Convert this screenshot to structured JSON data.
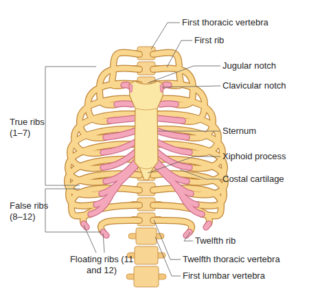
{
  "diagram": {
    "labels": [
      "First thoracic vertebra",
      "First rib",
      "Jugular notch",
      "Clavicular notch",
      "True ribs (1–7)",
      "Sternum",
      "Xiphoid process",
      "Costal cartilage",
      "False ribs (8–12)",
      "Twelfth rib",
      "Floating ribs (11 and 12)",
      "Twelfth thoracic vertebra",
      "First lumbar vertebra"
    ]
  }
}
